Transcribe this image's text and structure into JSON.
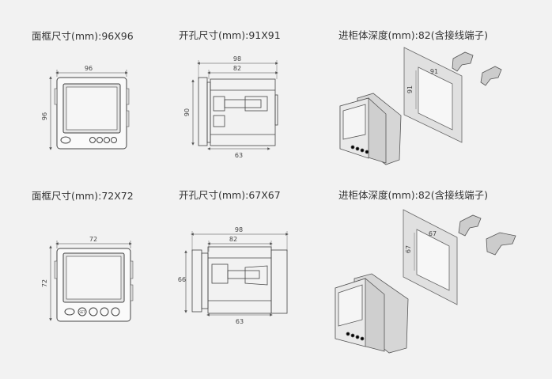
{
  "row1": {
    "panel_title": "面框尺寸(mm):96X96",
    "cutout_title": "开孔尺寸(mm):91X91",
    "depth_title": "进柜体深度(mm):82(含接线端子)",
    "front_width": "96",
    "front_height": "96",
    "side_total": "98",
    "side_depth": "82",
    "side_height": "90",
    "side_bottom": "63",
    "cut_w": "91",
    "cut_h": "91"
  },
  "row2": {
    "panel_title": "面框尺寸(mm):72X72",
    "cutout_title": "开孔尺寸(mm):67X67",
    "depth_title": "进柜体深度(mm):82(含接线端子)",
    "front_width": "72",
    "front_height": "72",
    "side_total": "98",
    "side_depth": "82",
    "side_height": "66",
    "side_bottom": "63",
    "cut_w": "67",
    "cut_h": "67",
    "set_label": "SET"
  }
}
